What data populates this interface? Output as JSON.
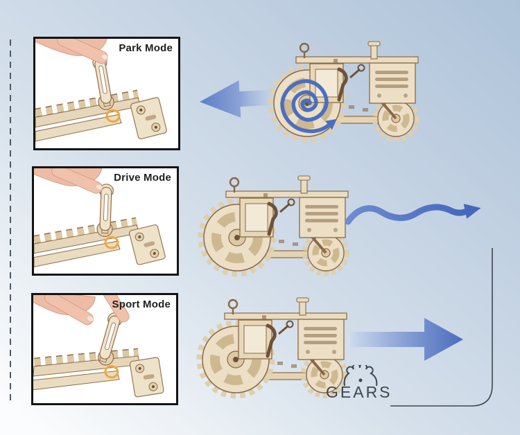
{
  "modes": [
    {
      "label": "Park Mode",
      "photo": "finger pressing wooden gear lever to back position",
      "direction_icon": "arrow-left-fading-icon",
      "motion_icon": "wheel-spin-spiral-icon"
    },
    {
      "label": "Drive Mode",
      "photo": "finger pressing wooden gear lever to middle position",
      "direction_icon": "arrow-wavy-right-icon"
    },
    {
      "label": "Sport Mode",
      "photo": "fingers pulling wooden gear lever to front position",
      "direction_icon": "arrow-straight-right-icon"
    }
  ],
  "brand": {
    "logo_text": "GEARS",
    "logo_icon": "gear-crown-icon"
  },
  "decorations": {
    "left_guide": "vertical-dashed-line",
    "right_guide": "thin-corner-connector-line"
  },
  "colors": {
    "arrow_blue": "#4c70c0",
    "arrow_fade": "#dfe9f5",
    "spiral_blue": "#4a6fc2",
    "wood_light": "#ecdfc5",
    "wood_outline": "#8a6847",
    "skin": "#f0c0a8",
    "photo_border": "#141414",
    "label_text": "#1f1f1f",
    "connector_line": "#3e464d",
    "dashed_line": "#4e5a66",
    "background_top_right": "#aec3d9",
    "background_bottom_left": "#fbfcfd"
  }
}
